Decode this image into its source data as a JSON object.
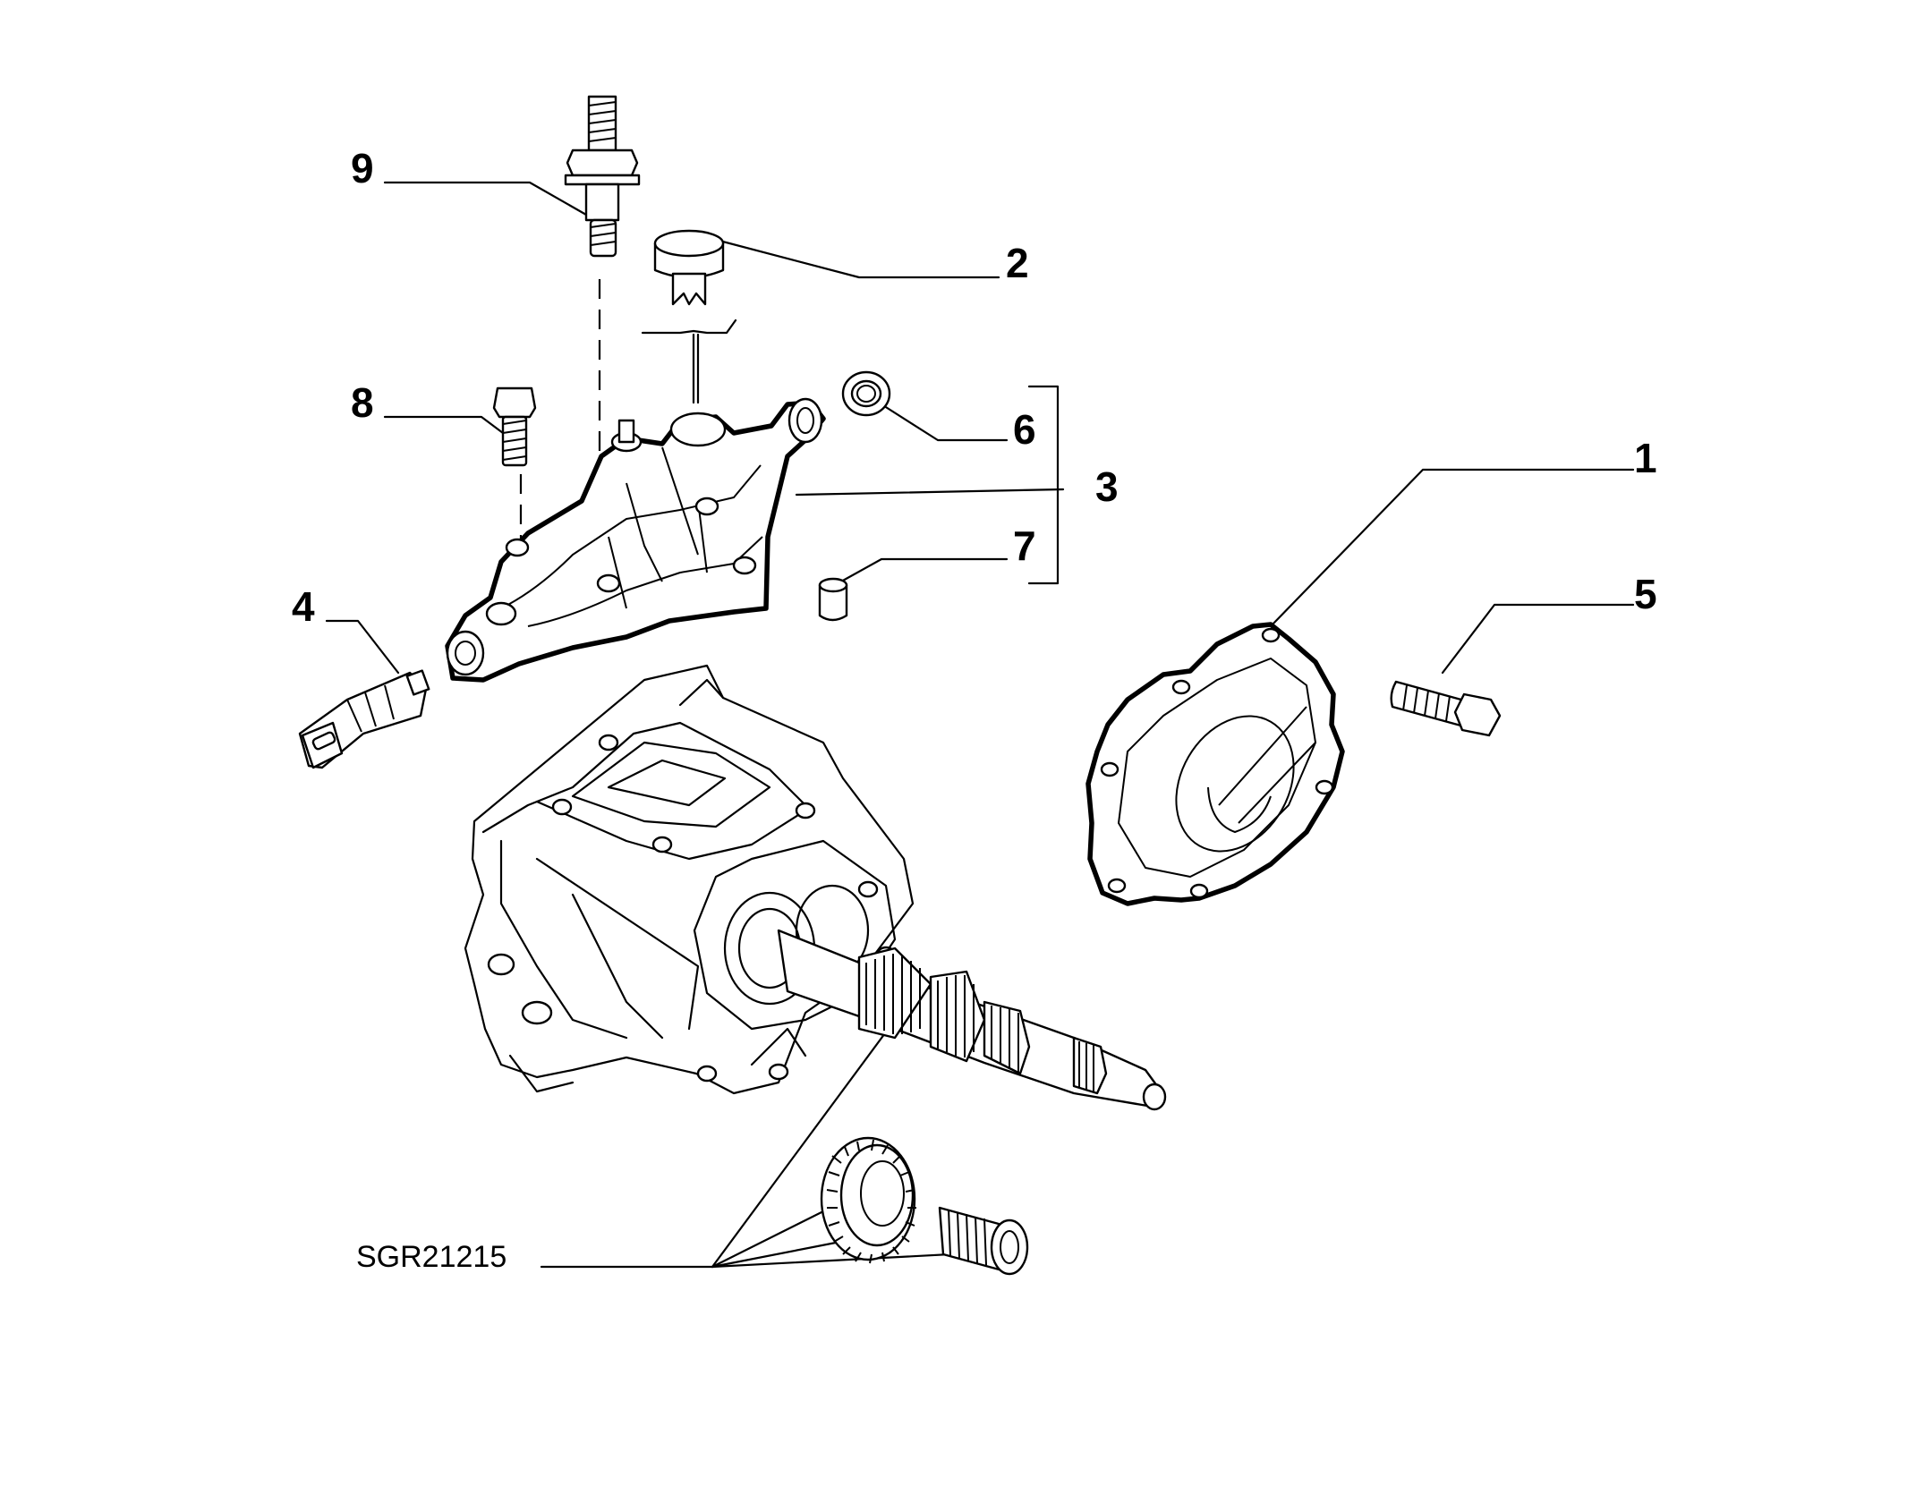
{
  "diagram": {
    "drawing_code": "SGR21215",
    "callouts": [
      {
        "id": "c1",
        "label": "1",
        "part": "housing-cover"
      },
      {
        "id": "c2",
        "label": "2",
        "part": "breather-cap"
      },
      {
        "id": "c3",
        "label": "3",
        "part": "upper-cover-assembly"
      },
      {
        "id": "c4",
        "label": "4",
        "part": "sensor-switch"
      },
      {
        "id": "c5",
        "label": "5",
        "part": "cover-bolt"
      },
      {
        "id": "c6",
        "label": "6",
        "part": "oil-seal"
      },
      {
        "id": "c7",
        "label": "7",
        "part": "dowel-bush"
      },
      {
        "id": "c8",
        "label": "8",
        "part": "short-bolt"
      },
      {
        "id": "c9",
        "label": "9",
        "part": "stud-bolt"
      }
    ]
  },
  "colors": {
    "line": "#000000",
    "background": "#ffffff"
  }
}
